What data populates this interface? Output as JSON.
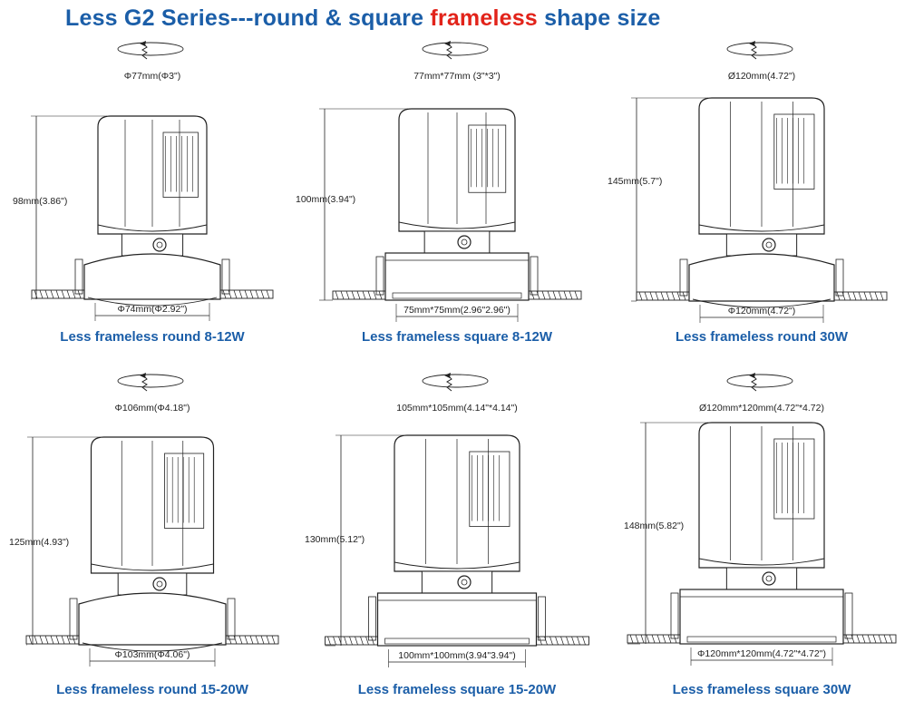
{
  "title": {
    "part1": "Less G2 Series---round & square ",
    "highlight": "frameless",
    "part2": " shape size"
  },
  "colors": {
    "title": "#1b5ea8",
    "highlight": "#e2231a",
    "caption": "#1b5ea8",
    "line": "#222222"
  },
  "icons": {
    "rotation": "rotation-arrow-icon"
  },
  "products": [
    {
      "top_dim": "Φ77mm(Φ3\")",
      "height_dim": "98mm(3.86\")",
      "bottom_dim": "Φ74mm(Φ2.92\")",
      "caption": "Less frameless round 8-12W"
    },
    {
      "top_dim": "77mm*77mm (3\"*3\")",
      "height_dim": "100mm(3.94\")",
      "bottom_dim": "75mm*75mm(2.96\"2.96\")",
      "caption": "Less frameless square 8-12W"
    },
    {
      "top_dim": "Ø120mm(4.72\")",
      "height_dim": "145mm(5.7\")",
      "bottom_dim": "Φ120mm(4.72\")",
      "caption": "Less frameless round 30W"
    },
    {
      "top_dim": "Φ106mm(Φ4.18\")",
      "height_dim": "125mm(4.93\")",
      "bottom_dim": "Φ103mm(Φ4.06\")",
      "caption": "Less frameless round 15-20W"
    },
    {
      "top_dim": "105mm*105mm(4.14\"*4.14\")",
      "height_dim": "130mm(5.12\")",
      "bottom_dim": "100mm*100mm(3.94\"3.94\")",
      "caption": "Less frameless square 15-20W"
    },
    {
      "top_dim": "Ø120mm*120mm(4.72\"*4.72)",
      "height_dim": "148mm(5.82\")",
      "bottom_dim": "Φ120mm*120mm(4.72\"*4.72\")",
      "caption": "Less frameless square 30W"
    }
  ]
}
